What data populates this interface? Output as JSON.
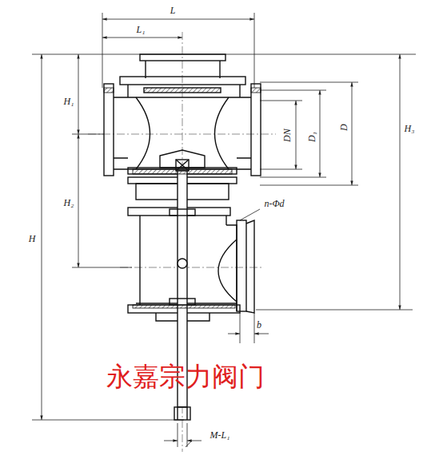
{
  "diagram": {
    "labels": [
      "L",
      "L₁",
      "H₁",
      "H₂",
      "H",
      "H₃",
      "DN",
      "D₁",
      "D",
      "n-Φd",
      "b",
      "M-L₁",
      "永嘉宗力阀门"
    ]
  }
}
